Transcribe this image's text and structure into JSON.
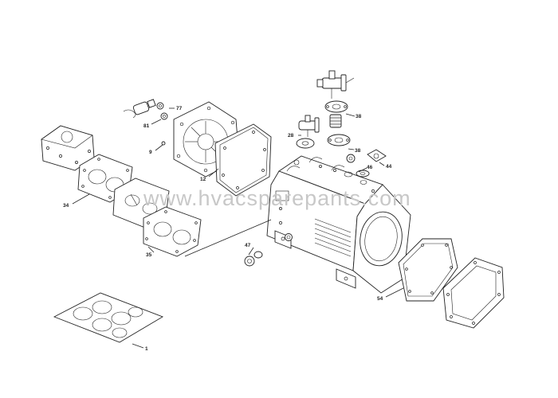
{
  "watermark": "www.hvacsparepants.com",
  "callouts": [
    {
      "id": "c1",
      "text": "1"
    },
    {
      "id": "c9",
      "text": "9"
    },
    {
      "id": "c12",
      "text": "12"
    },
    {
      "id": "c28",
      "text": "28"
    },
    {
      "id": "c34",
      "text": "34"
    },
    {
      "id": "c35",
      "text": "35"
    },
    {
      "id": "c38a",
      "text": "38"
    },
    {
      "id": "c38b",
      "text": "38"
    },
    {
      "id": "c44",
      "text": "44"
    },
    {
      "id": "c46",
      "text": "46"
    },
    {
      "id": "c47",
      "text": "47"
    },
    {
      "id": "c54",
      "text": "54"
    },
    {
      "id": "c77",
      "text": "77"
    },
    {
      "id": "c81",
      "text": "81"
    }
  ]
}
